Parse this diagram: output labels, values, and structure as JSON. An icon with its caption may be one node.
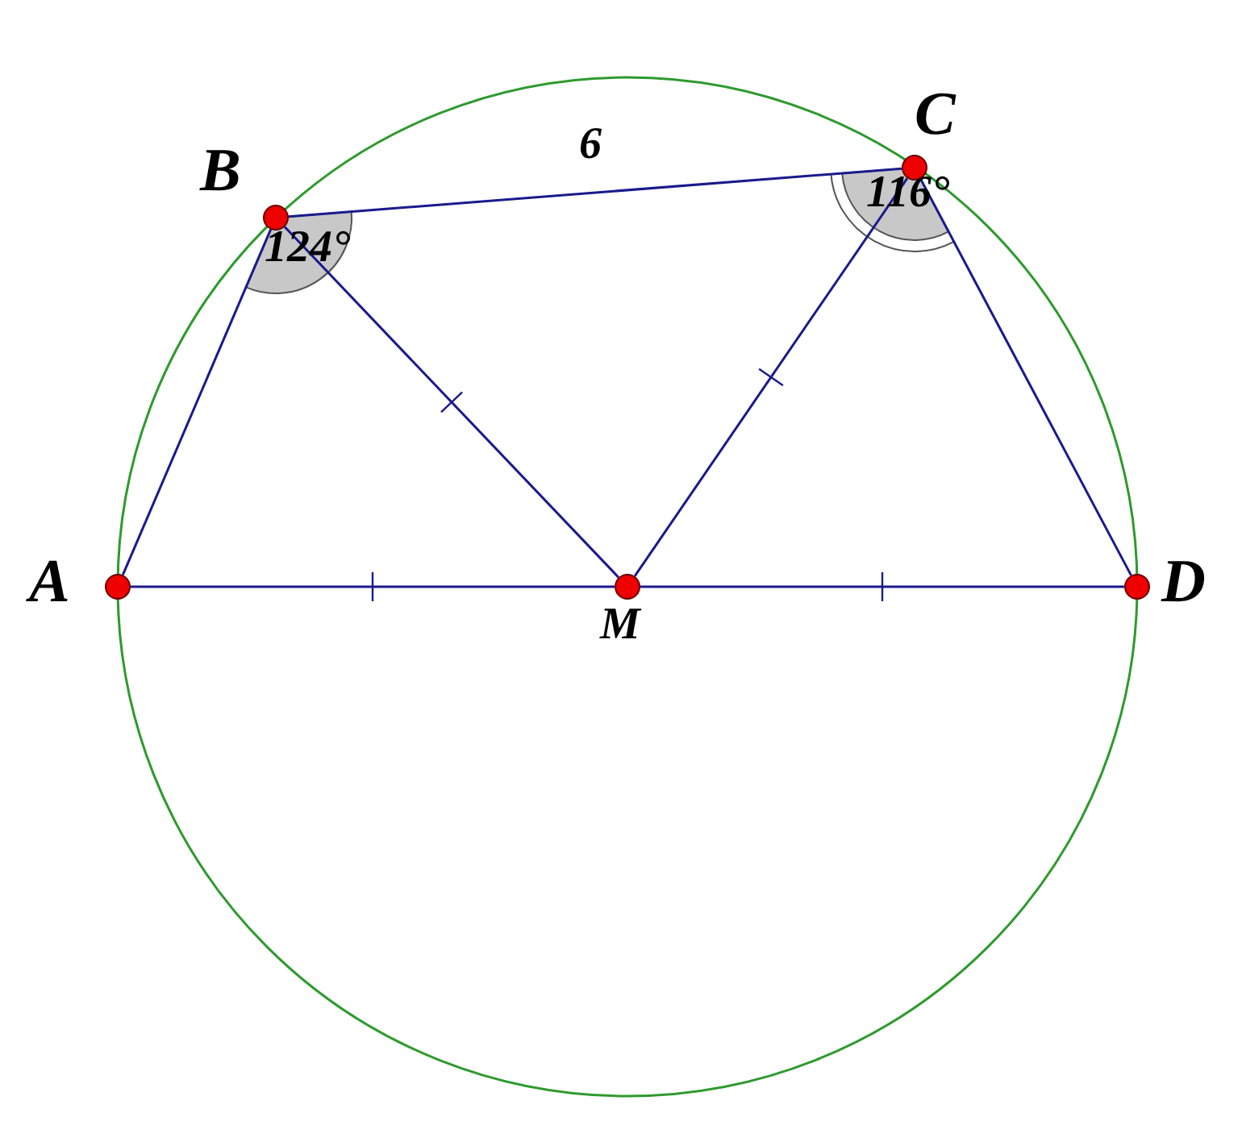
{
  "diagram": {
    "nodes": [
      {
        "text": [],
        "shape": "circle",
        "beside": [
          "A"
        ]
      },
      {
        "text": [],
        "shape": "circle",
        "beside": [
          "B"
        ]
      },
      {
        "text": [],
        "shape": "circle",
        "beside": [
          "C"
        ]
      },
      {
        "text": [],
        "shape": "circle",
        "beside": [
          "D"
        ]
      },
      {
        "text": [],
        "shape": "circle",
        "beside": [
          "M"
        ]
      }
    ],
    "edges": [
      {
        "from": 0,
        "to": 1,
        "arrow": "none"
      },
      {
        "from": 1,
        "to": 2,
        "arrow": "none",
        "label": "6"
      },
      {
        "from": 2,
        "to": 3,
        "arrow": "none"
      },
      {
        "from": 0,
        "to": 4,
        "arrow": "none"
      },
      {
        "from": 4,
        "to": 3,
        "arrow": "none"
      },
      {
        "from": 1,
        "to": 4,
        "arrow": "none"
      },
      {
        "from": 2,
        "to": 4,
        "arrow": "none"
      }
    ],
    "labels": [
      "124°",
      "116°"
    ]
  }
}
